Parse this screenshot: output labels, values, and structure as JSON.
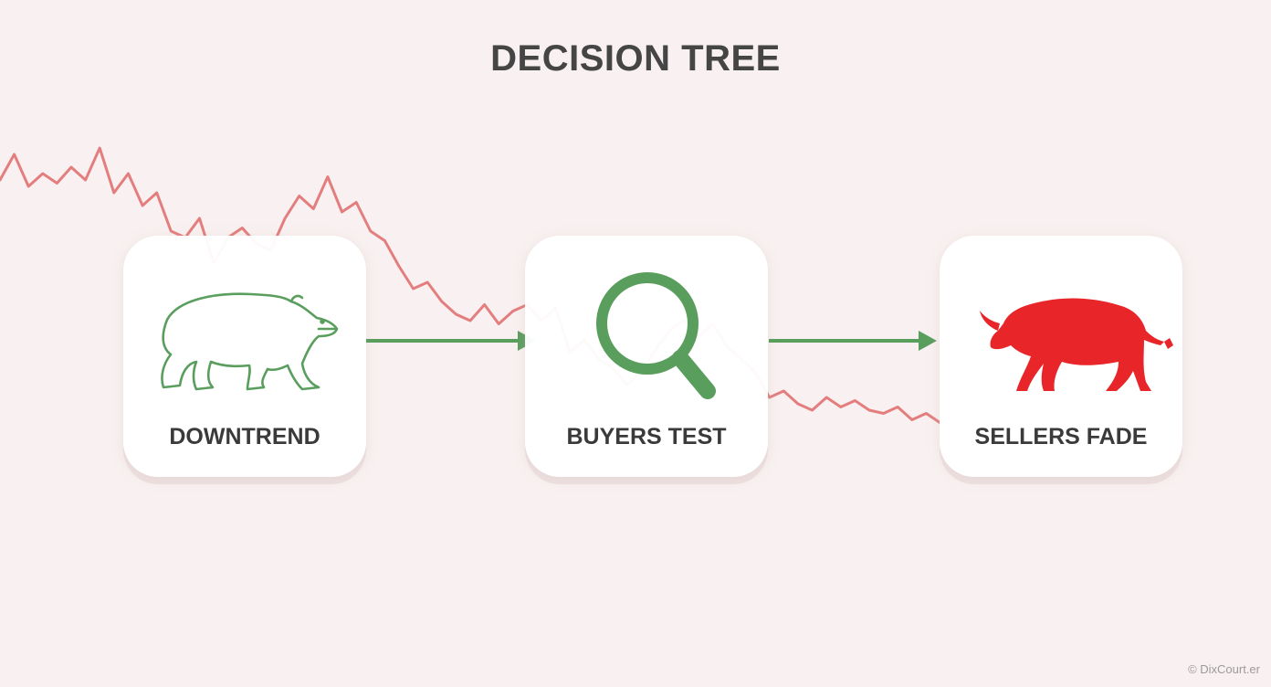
{
  "title": "DECISION TREE",
  "steps": [
    {
      "label": "DOWNTREND",
      "icon": "bear-icon"
    },
    {
      "label": "BUYERS TEST",
      "icon": "magnifying-glass-icon"
    },
    {
      "label": "SELLERS FADE",
      "icon": "bull-icon"
    }
  ],
  "colors": {
    "background": "#f9f1f1",
    "trend_line": "#e06a6a",
    "green": "#5a9e5e",
    "bull_red": "#e8262a",
    "text": "#3a3a3a"
  },
  "footer": "© DixCourt.er",
  "background_series": [
    0.78,
    0.86,
    0.76,
    0.8,
    0.77,
    0.82,
    0.78,
    0.88,
    0.74,
    0.8,
    0.7,
    0.74,
    0.62,
    0.6,
    0.66,
    0.52,
    0.6,
    0.63,
    0.58,
    0.56,
    0.66,
    0.73,
    0.69,
    0.79,
    0.68,
    0.71,
    0.62,
    0.59,
    0.51,
    0.44,
    0.46,
    0.4,
    0.36,
    0.34,
    0.39,
    0.33,
    0.37,
    0.39,
    0.34,
    0.38,
    0.24,
    0.28,
    0.22,
    0.19,
    0.14,
    0.18,
    0.25,
    0.31,
    0.34,
    0.29,
    0.33,
    0.26,
    0.22,
    0.18,
    0.1,
    0.12,
    0.08,
    0.06,
    0.1,
    0.07,
    0.09,
    0.06,
    0.05,
    0.07,
    0.03,
    0.05,
    0.02
  ]
}
